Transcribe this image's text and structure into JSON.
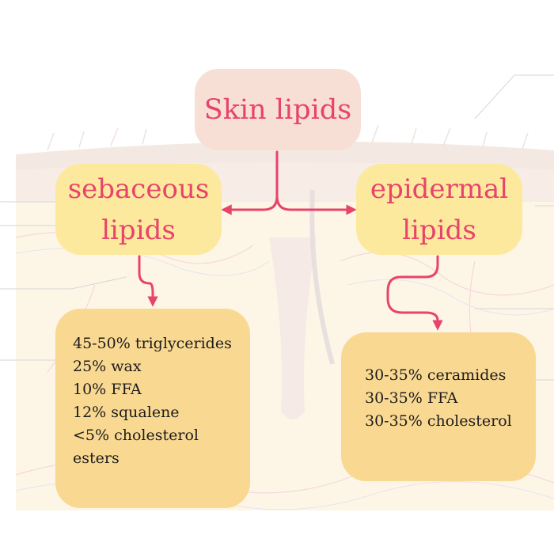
{
  "root": {
    "label": "Skin lipids"
  },
  "categories": [
    {
      "id": "sebaceous",
      "label_lines": [
        "sebaceous",
        "lipids"
      ],
      "items": [
        "45-50% triglycerides",
        "25% wax",
        "10% FFA",
        "12% squalene",
        "<5% cholesterol",
        "esters"
      ]
    },
    {
      "id": "epidermal",
      "label_lines": [
        "epidermal",
        "lipids"
      ],
      "items": [
        "30-35% ceramides",
        "30-35% FFA",
        "30-35% cholesterol"
      ]
    }
  ],
  "colors": {
    "accent": "#e8436b",
    "root_fill": "#f8dfd6",
    "category_fill": "#fde99d",
    "detail_fill": "#f9d892",
    "background_skin": "#fdf5e4"
  }
}
